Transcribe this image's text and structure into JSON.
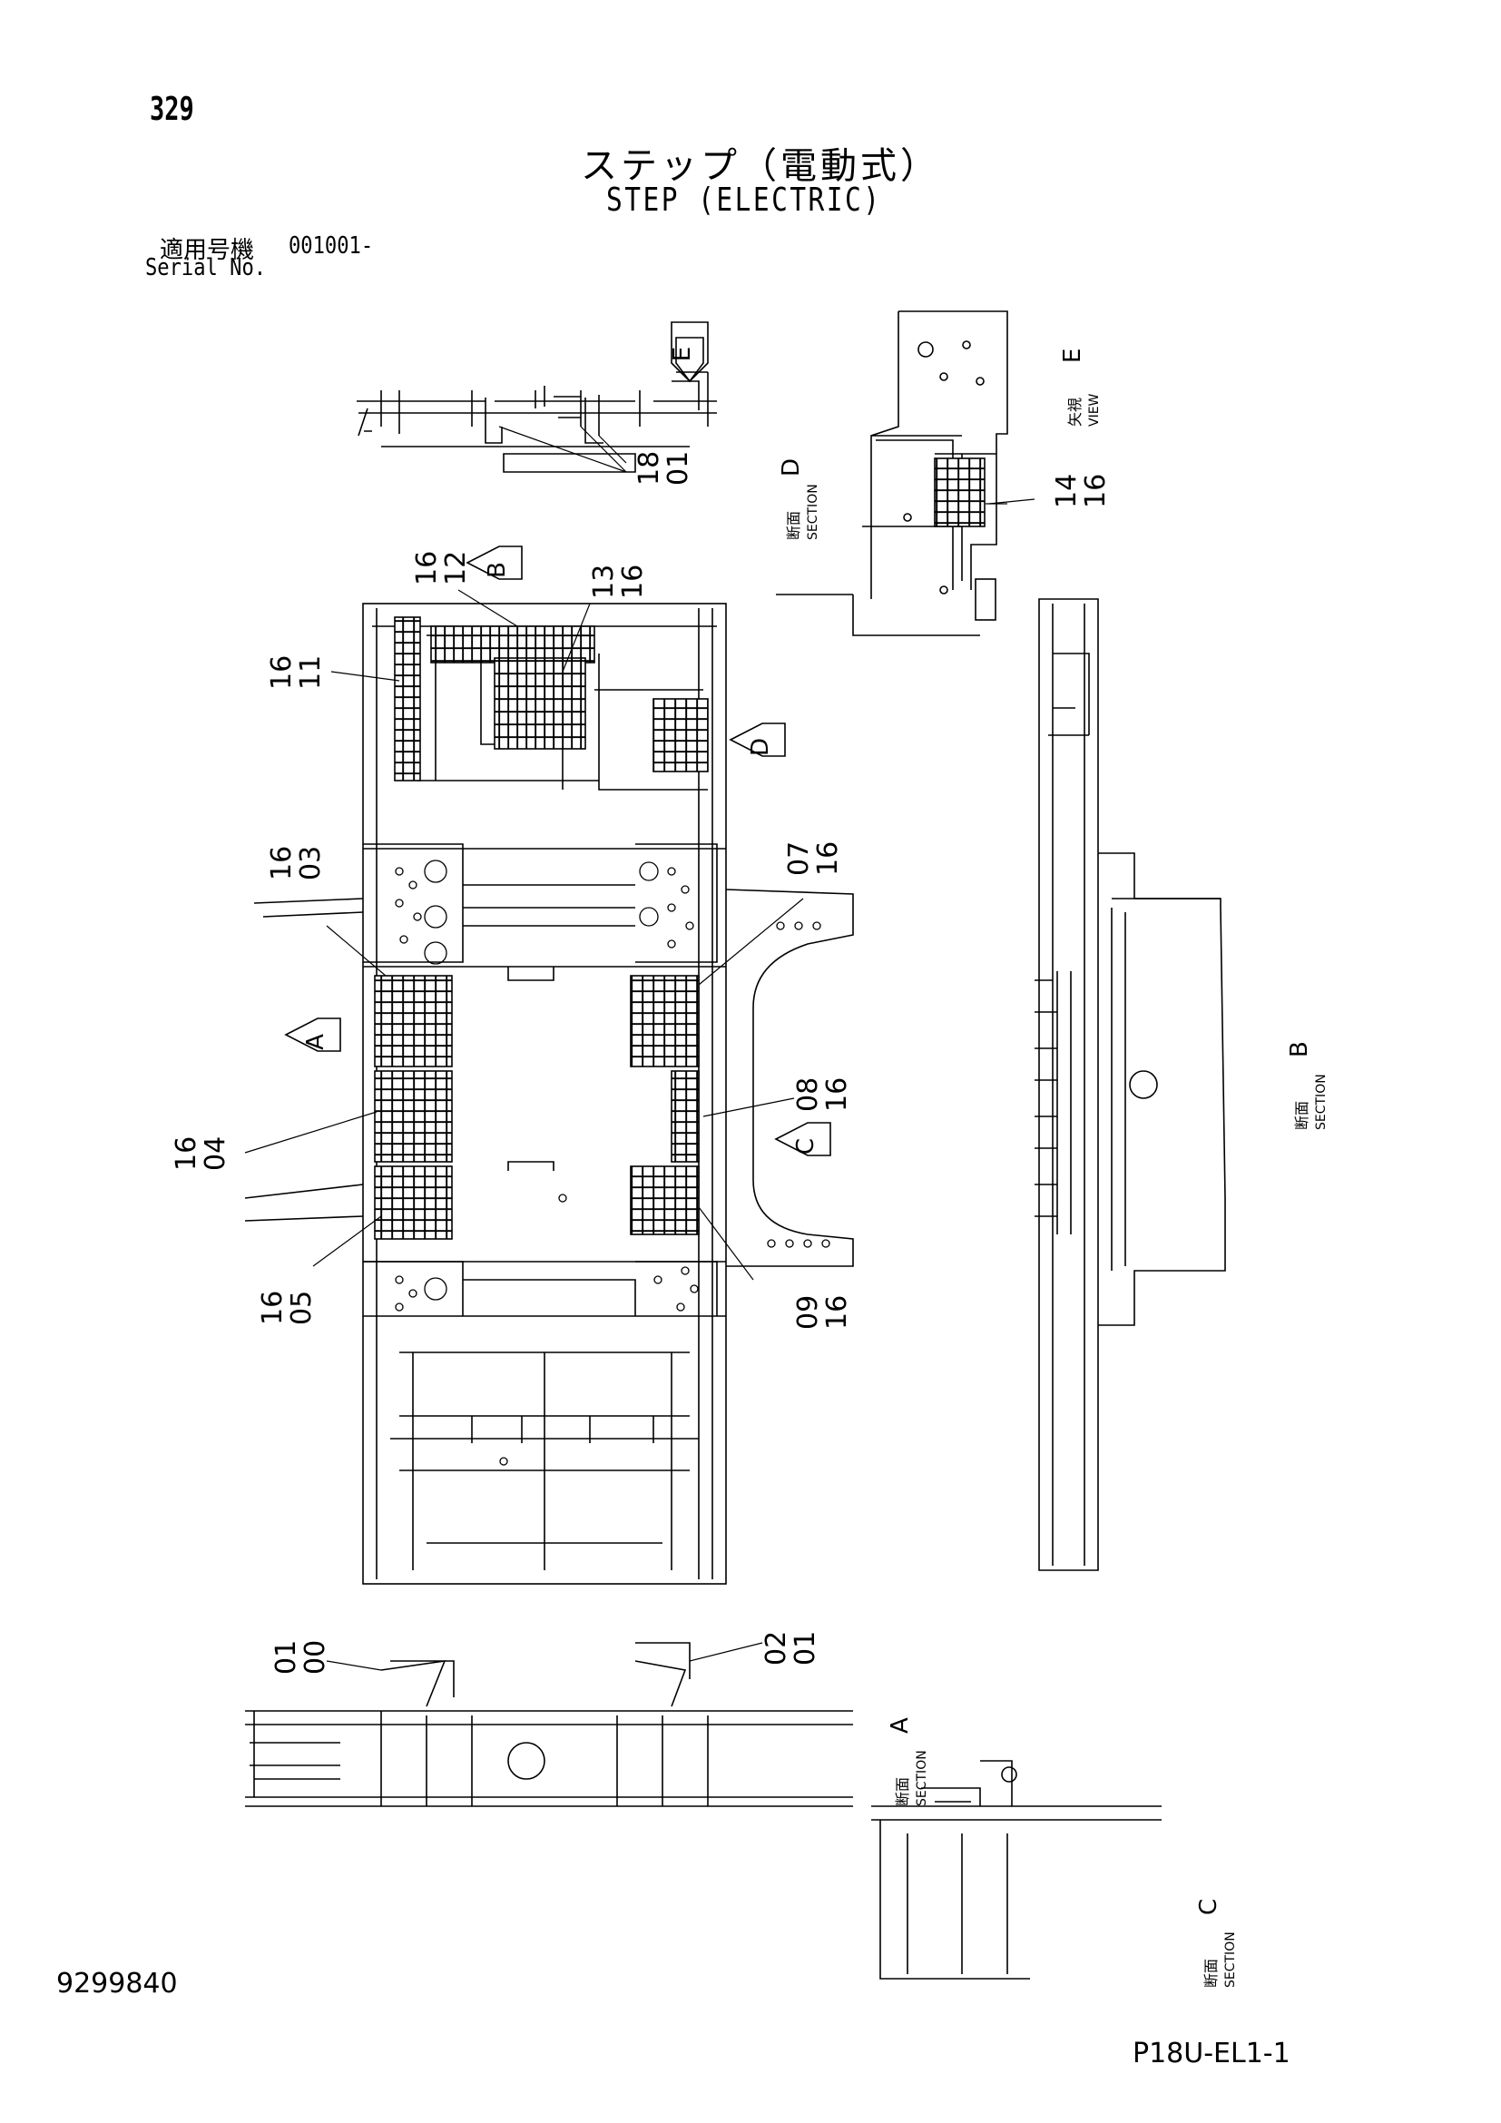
{
  "header": {
    "page_number": "329",
    "title_jp": "ステップ（電動式）",
    "title_en": "STEP (ELECTRIC)",
    "serial_label_jp": "適用号機",
    "serial_number": "001001-",
    "serial_label_en": "Serial No."
  },
  "footer": {
    "document_number": "9299840",
    "page_code": "P18U-EL1-1"
  },
  "views": {
    "section_jp": "断面",
    "section_en": "SECTION",
    "view_jp": "矢視",
    "view_en": "VIEW",
    "letters": [
      "A",
      "B",
      "C",
      "D",
      "E"
    ]
  },
  "callouts": [
    {
      "top": "18",
      "bottom": "01"
    },
    {
      "top": "14",
      "bottom": "16"
    },
    {
      "top": "16",
      "bottom": "12"
    },
    {
      "top": "13",
      "bottom": "16"
    },
    {
      "top": "16",
      "bottom": "11"
    },
    {
      "top": "16",
      "bottom": "03"
    },
    {
      "top": "07",
      "bottom": "16"
    },
    {
      "top": "08",
      "bottom": "16"
    },
    {
      "top": "16",
      "bottom": "04"
    },
    {
      "top": "16",
      "bottom": "05"
    },
    {
      "top": "09",
      "bottom": "16"
    },
    {
      "top": "01",
      "bottom": "00"
    },
    {
      "top": "02",
      "bottom": "01"
    }
  ]
}
